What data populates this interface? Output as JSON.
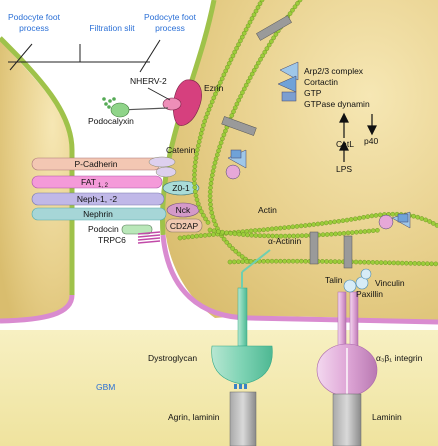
{
  "labels": {
    "podocyte_left": [
      "Podocyte foot",
      "process"
    ],
    "podocyte_right": [
      "Podocyte foot",
      "process"
    ],
    "filtration_slit": "Filtration slit",
    "nherv2": "NHERV-2",
    "ezrin": "Ezrin",
    "podocalyxin": "Podocalyxin",
    "arp": "Arp2/3 complex",
    "cortactin": "Cortactin",
    "gtp": "GTP",
    "gtpase": "GTPase dynamin",
    "catl": "CatL",
    "p40": "p40",
    "lps": "LPS",
    "catenin": "Catenin",
    "zo1": "Z0-1",
    "nck": "Nck",
    "cd2ap": "CD2AP",
    "actin": "Actin",
    "podocin": "Podocin",
    "trpc6": "TRPC6",
    "alpha_actinin": "α-Actinin",
    "talin": "Talin",
    "vinculin": "Vinculin",
    "paxillin": "Paxillin",
    "dystroglycan": "Dystroglycan",
    "integrin": "α₃β₁ integrin",
    "gbm": "GBM",
    "agrin": "Agrin, laminin",
    "laminin": "Laminin"
  },
  "bars": {
    "pcadherin": "P-Cadherin",
    "fat": "FAT",
    "fat_sub": "1, 2",
    "neph": "Neph-1, -2",
    "nephrin": "Nephrin"
  },
  "colors": {
    "cytoplasm": "#e9d497",
    "gbm": "#f5eeb8",
    "membrane_green": "#9fc24a",
    "membrane_pink": "#d98bd0",
    "bead": "#9ccd3a"
  }
}
